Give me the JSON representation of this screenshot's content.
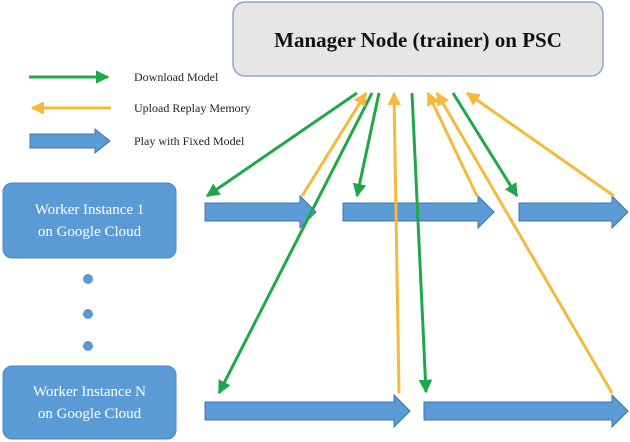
{
  "manager": {
    "label": "Manager Node (trainer) on PSC"
  },
  "legend": {
    "download": "Download Model",
    "upload": "Upload Replay Memory",
    "play": "Play with Fixed Model"
  },
  "workers": [
    {
      "line1": "Worker Instance 1",
      "line2": "on Google Cloud"
    },
    {
      "line1": "Worker Instance N",
      "line2": "on Google Cloud"
    }
  ],
  "colors": {
    "download": "#1fa84a",
    "upload": "#f6b93b",
    "play_fill": "#5b9bd5",
    "play_stroke": "#3d74b2",
    "worker_fill": "#5b9bd5",
    "worker_text": "#ffffff",
    "manager_fill": "#e6e6e6",
    "manager_stroke": "#8ea5c9",
    "ellipsis": "#5b9bd5"
  },
  "icons": {
    "download": "green-arrow-icon",
    "upload": "yellow-arrow-icon",
    "play": "blue-block-arrow-icon"
  }
}
